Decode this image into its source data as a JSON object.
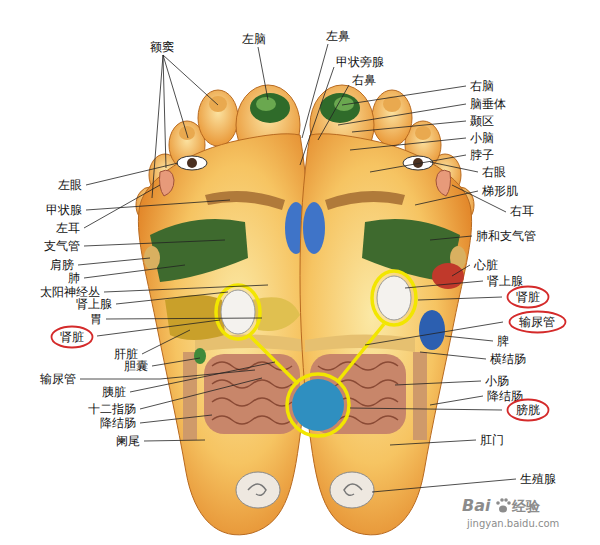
{
  "diagram": {
    "nodes": [
      {
        "text": [
          "肾脏"
        ]
      },
      {
        "text": [
          "输尿管"
        ]
      },
      {
        "text": [
          "肾脏"
        ]
      },
      {
        "text": [
          "膀胱"
        ]
      }
    ],
    "labels": [
      "额窦",
      "左脑",
      "左鼻",
      "甲状旁腺",
      "右鼻",
      "右脑",
      "脑垂体",
      "颞区",
      "小脑",
      "脖子",
      "右眼",
      "左眼",
      "梯形肌",
      "甲状腺",
      "右耳",
      "左耳",
      "肺和支气管",
      "支气管",
      "肩膀",
      "心脏",
      "肺",
      "肾上腺",
      "太阳神经丛",
      "肾上腺",
      "胃",
      "脾",
      "肝脏",
      "横结肠",
      "胆囊",
      "输尿管",
      "小肠",
      "胰脏",
      "降结肠",
      "十二指肠",
      "降结肠",
      "肛门",
      "阑尾",
      "生殖腺",
      "Bai",
      "经验",
      "jingyan.baidu.com"
    ]
  }
}
